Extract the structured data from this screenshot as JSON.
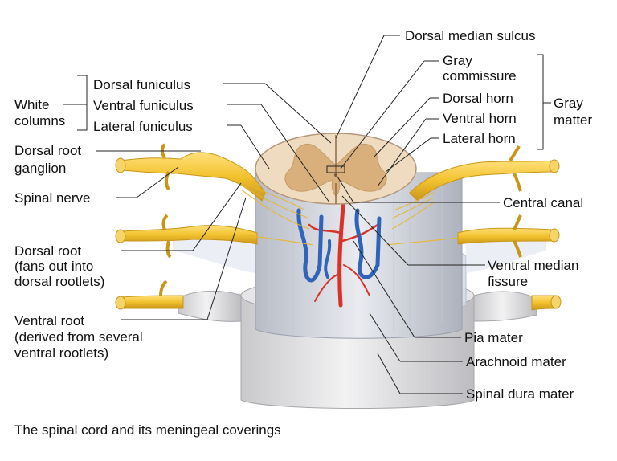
{
  "caption": "The spinal cord and its meningeal coverings",
  "groups": {
    "white_columns": [
      "White",
      "columns"
    ],
    "gray_matter": [
      "Gray",
      "matter"
    ]
  },
  "labels": {
    "dorsal_funiculus": "Dorsal funiculus",
    "ventral_funiculus": "Ventral funiculus",
    "lateral_funiculus": "Lateral funiculus",
    "dorsal_root_ganglion": [
      "Dorsal root",
      "ganglion"
    ],
    "spinal_nerve": "Spinal nerve",
    "dorsal_root": [
      "Dorsal root",
      "(fans out into",
      "dorsal rootlets)"
    ],
    "ventral_root": [
      "Ventral root",
      "(derived from several",
      "ventral rootlets)"
    ],
    "dorsal_median_sulcus": "Dorsal median sulcus",
    "gray_commissure": [
      "Gray",
      "commissure"
    ],
    "dorsal_horn": "Dorsal horn",
    "ventral_horn": "Ventral horn",
    "lateral_horn": "Lateral horn",
    "central_canal": "Central canal",
    "ventral_median_fissure": [
      "Ventral median",
      "fissure"
    ],
    "pia_mater": "Pia mater",
    "arachnoid_mater": "Arachnoid mater",
    "spinal_dura_mater": "Spinal dura mater"
  },
  "colors": {
    "nerve": "#f2c22e",
    "nerve_edge": "#c9961a",
    "white_matter": "#efdcc0",
    "gray_matter": "#d9b07c",
    "pia": "#d6d8de",
    "dura": "#dcdcdc",
    "artery": "#d8322a",
    "vein": "#2f64b8",
    "leader": "#222222"
  }
}
